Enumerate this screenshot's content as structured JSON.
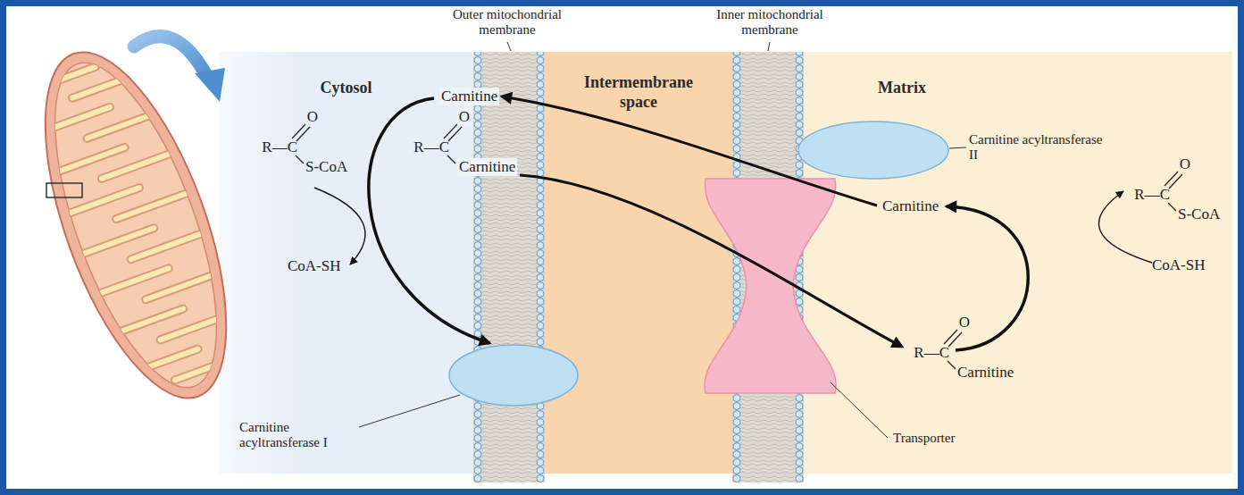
{
  "diagram": {
    "nodes": [
      {
        "text": [
          "Cytosol"
        ]
      },
      {
        "text": [
          "Intermembrane space"
        ]
      },
      {
        "text": [
          "Matrix"
        ]
      }
    ],
    "labels": [
      "Outer mitochondrial membrane",
      "Inner mitochondrial membrane",
      "O",
      "R—C",
      "S-CoA",
      "CoA-SH",
      "Carnitine",
      "O",
      "R—C",
      "Carnitine",
      "Carnitine acyltransferase I",
      "Carnitine acyltransferase II",
      "Carnitine",
      "O",
      "R—C",
      "S-CoA",
      "CoA-SH",
      "O",
      "R—C",
      "Carnitine",
      "Transporter"
    ]
  }
}
